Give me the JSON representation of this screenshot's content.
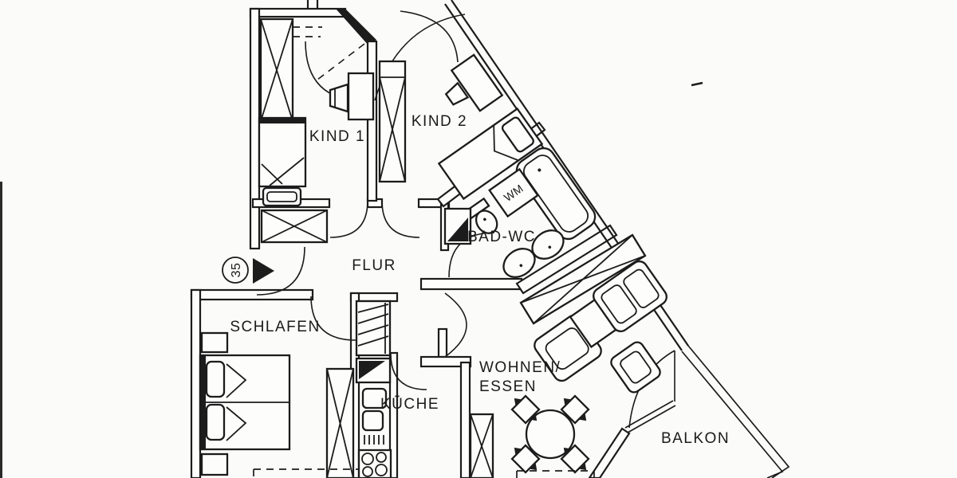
{
  "rooms": {
    "kind1": "KIND 1",
    "kind2": "KIND 2",
    "bad_wc": "BAD-WC",
    "flur": "FLUR",
    "schlafen": "SCHLAFEN",
    "kueche": "KÜCHE",
    "wohnen_line1": "WOHNEN/",
    "wohnen_line2": "ESSEN",
    "balkon": "BALKON"
  },
  "appliances": {
    "washing_machine": "WM"
  },
  "markers": {
    "unit_number": "35"
  },
  "colors": {
    "ink": "#1c1c1c",
    "paper": "#fbfbf9"
  }
}
